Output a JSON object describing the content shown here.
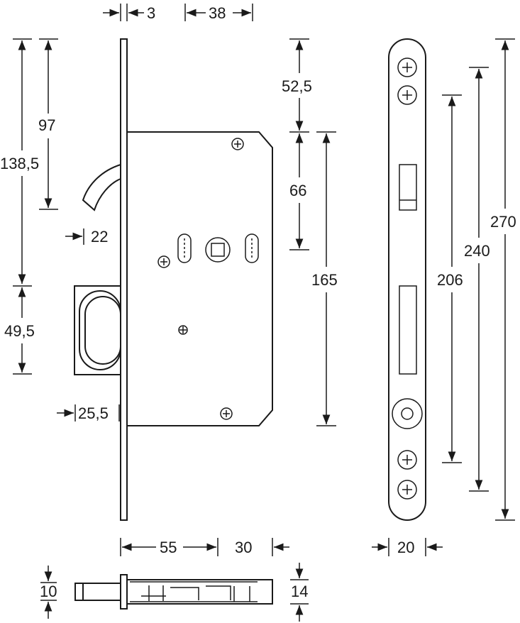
{
  "title": "Sliding door mortice lock dimension drawing",
  "dimensions": {
    "faceplate_thickness": "3",
    "backset": "38",
    "top_to_hook": "97",
    "top_to_handle_center": "138,5",
    "hook_projection": "22",
    "handle_cutout_height": "49,5",
    "handle_depth": "25,5",
    "top_to_case": "52,5",
    "case_top_to_spindle": "66",
    "case_height": "165",
    "fixing_distance_inner": "206",
    "fixing_distance_outer": "240",
    "faceplate_length": "270",
    "case_depth": "55",
    "backset_part": "30",
    "faceplate_width": "20",
    "handle_thickness": "10",
    "case_thickness": "14"
  },
  "colors": {
    "line": "#1a1a1a",
    "background": "#ffffff"
  }
}
